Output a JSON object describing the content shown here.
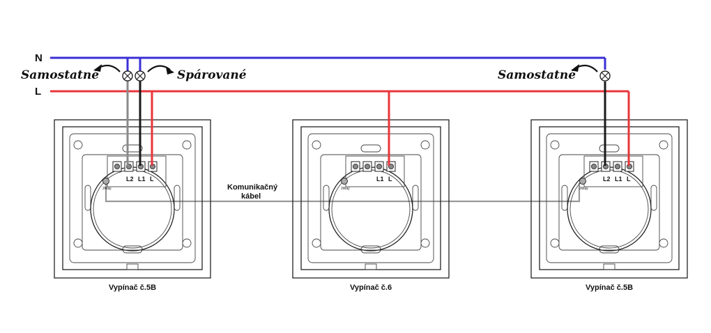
{
  "bus_labels": {
    "n": "N",
    "l": "L"
  },
  "annotations": {
    "left_single": "Samostatné",
    "left_paired": "Spárované",
    "right_single": "Samostatné"
  },
  "cable_label": [
    "Komunikačný",
    "kábel"
  ],
  "switches": [
    {
      "caption": "Vypínač č.5B",
      "terminals": [
        "",
        "L2",
        "L1",
        "L"
      ],
      "twoway": "2Way"
    },
    {
      "caption": "Vypínač č.6",
      "terminals": [
        "",
        "",
        "L1",
        "L"
      ],
      "twoway": "2Way"
    },
    {
      "caption": "Vypínač č.5B",
      "terminals": [
        "",
        "L2",
        "L1",
        "L"
      ],
      "twoway": "2Way"
    }
  ],
  "colors": {
    "neutral": "#3a2fd6",
    "live": "#e8353a",
    "grey_wire": "#8a8a8a",
    "black_wire": "#1a1a1a",
    "cable": "#999999",
    "outline": "#222222"
  }
}
